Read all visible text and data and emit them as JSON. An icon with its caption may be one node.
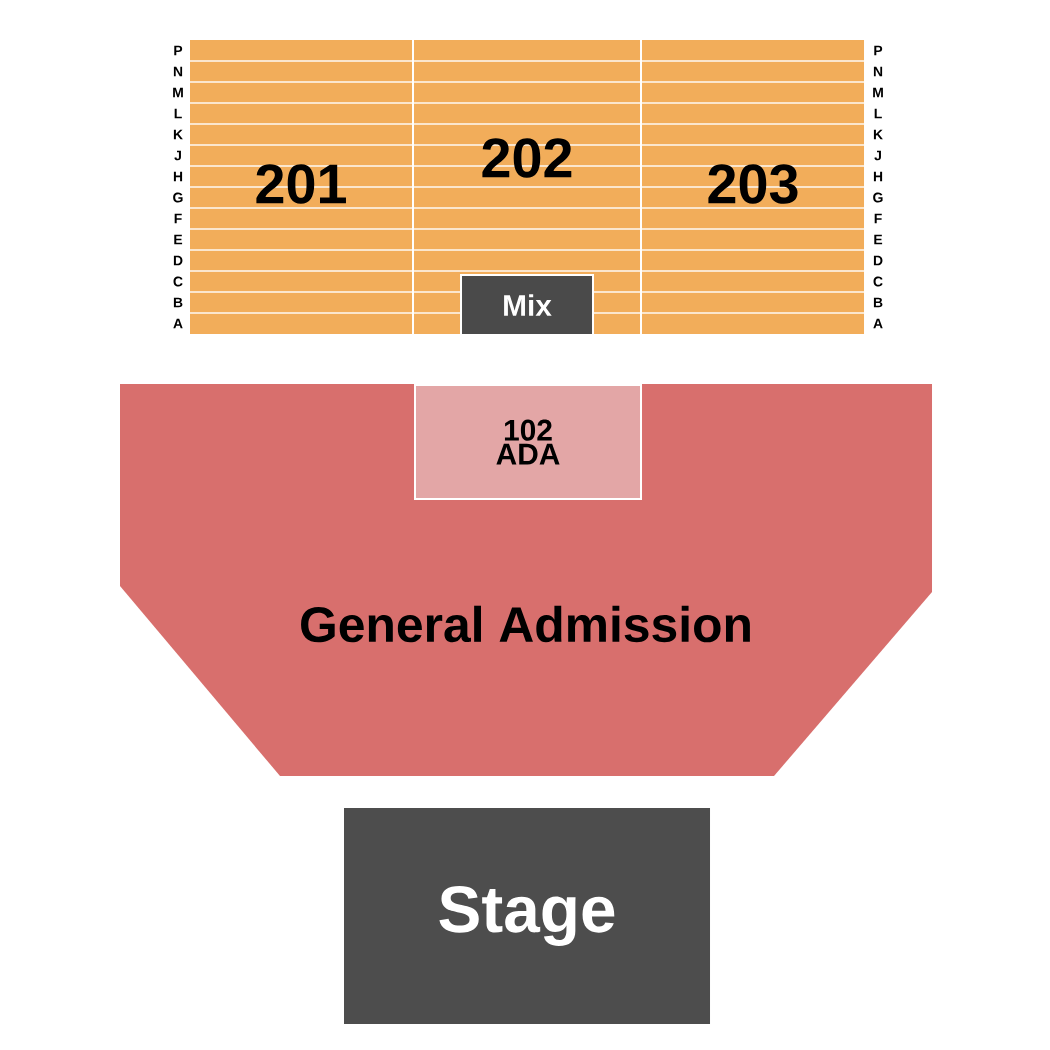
{
  "diagram": {
    "nodes": [
      {
        "text": [
          "201"
        ]
      },
      {
        "text": [
          "202"
        ]
      },
      {
        "text": [
          "203"
        ]
      },
      {
        "text": [
          "Mix"
        ],
        "in": 1
      },
      {
        "text": [
          "General Admission"
        ]
      },
      {
        "text": [
          "102 ADA"
        ],
        "in": 4
      },
      {
        "text": [
          "Stage"
        ]
      }
    ],
    "labels": [
      "P",
      "N",
      "M",
      "L",
      "K",
      "J",
      "H",
      "G",
      "F",
      "E",
      "D",
      "C",
      "B",
      "A",
      "P",
      "N",
      "M",
      "L",
      "K",
      "J",
      "H",
      "G",
      "F",
      "E",
      "D",
      "C",
      "B",
      "A"
    ]
  }
}
